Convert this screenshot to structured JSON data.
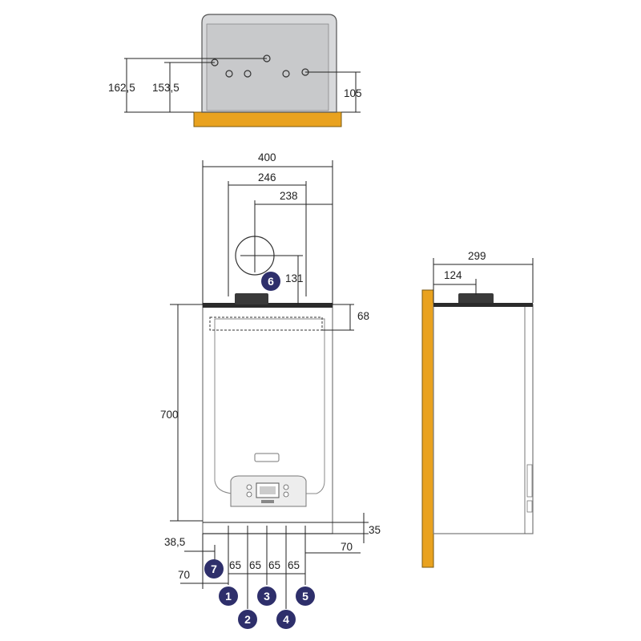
{
  "colors": {
    "wall": "#E9A21F",
    "wall_stroke": "#7a5a10",
    "badge": "#2E2F6B",
    "boiler_grey": "#C8C9CB",
    "dark": "#2b2b2b"
  },
  "top_view": {
    "dims": [
      "162,5",
      "153,5",
      "105"
    ]
  },
  "front_view": {
    "dims": {
      "width_400": "400",
      "width_246": "246",
      "width_238": "238",
      "height_131": "131",
      "height_68": "68",
      "height_700": "700",
      "height_35": "35",
      "left_38_5": "38,5",
      "right_70": "70",
      "left_70": "70",
      "spacing": [
        "65",
        "65",
        "65",
        "65"
      ]
    },
    "badges": [
      "6",
      "7",
      "1",
      "2",
      "3",
      "4",
      "5"
    ]
  },
  "side_view": {
    "dims": {
      "depth_299": "299",
      "depth_124": "124"
    }
  }
}
